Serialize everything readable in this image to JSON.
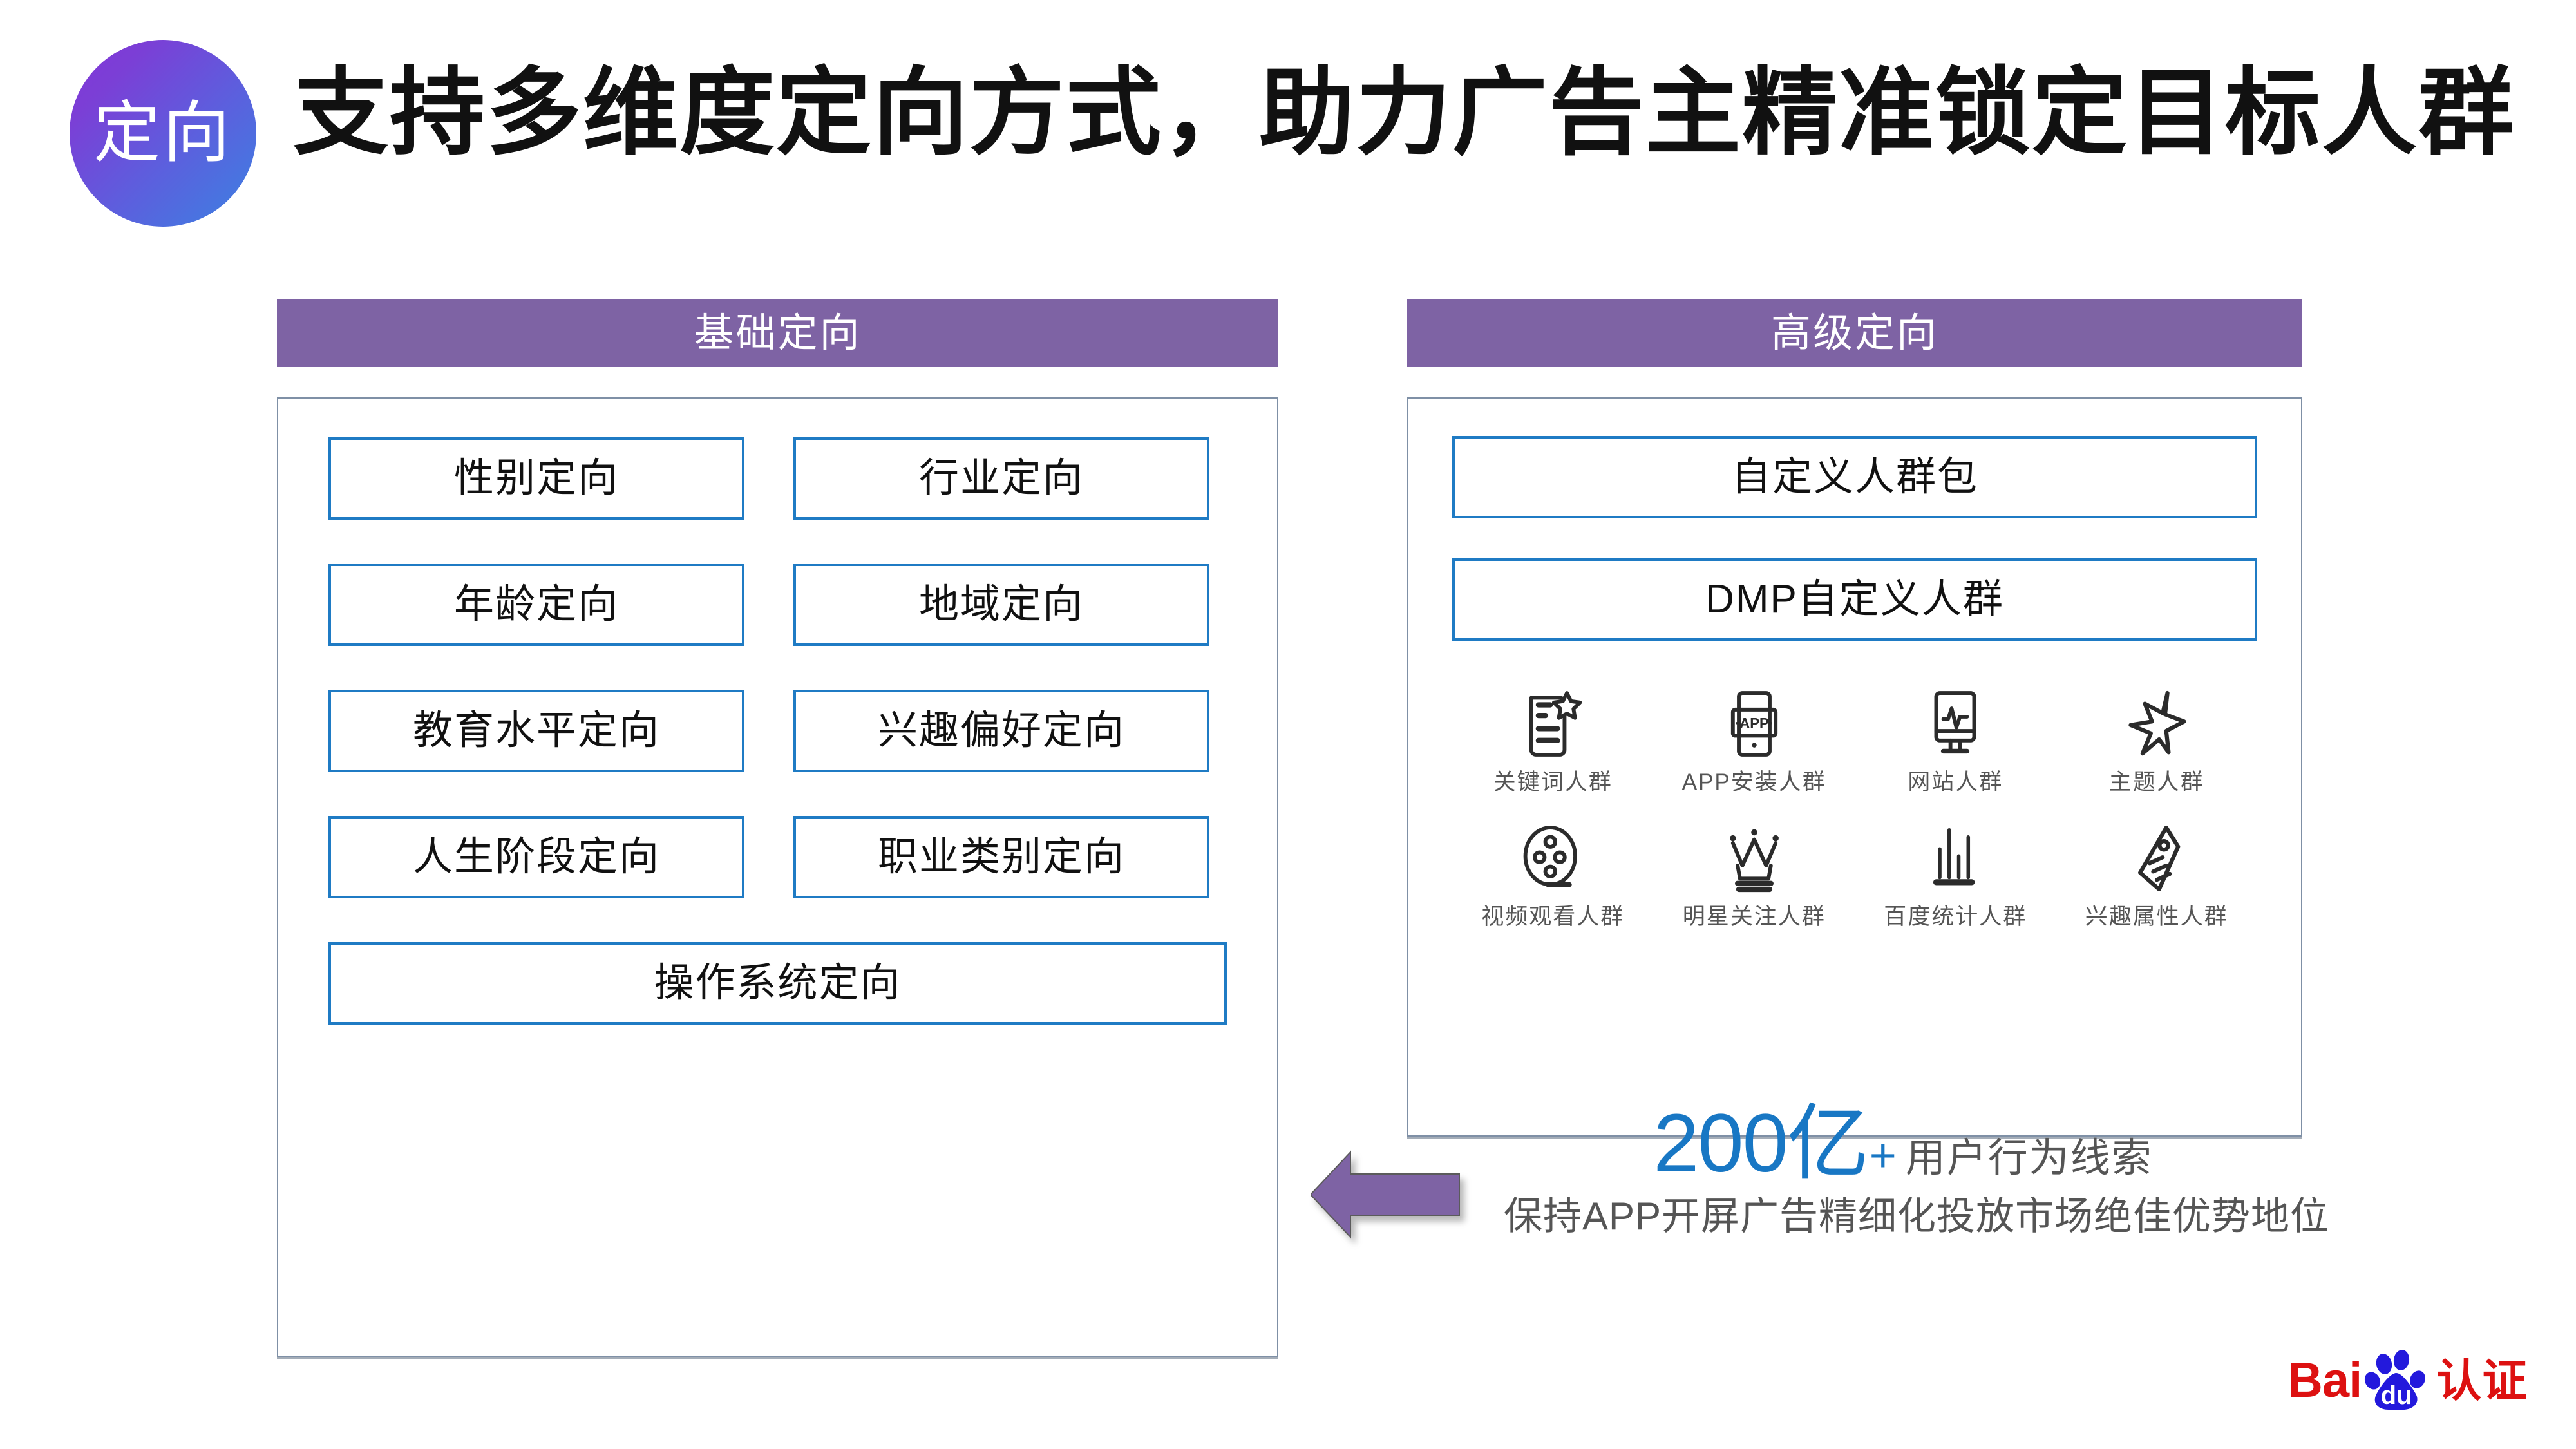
{
  "header": {
    "badge_label": "定向",
    "title": "支持多维度定向方式，助力广告主精准锁定目标人群",
    "badge_gradient_from": "#8335d9",
    "badge_gradient_to": "#3b82e2"
  },
  "theme": {
    "header_bar_purple": "#7e63a4",
    "box_border_blue": "#1f7bc4",
    "panel_border_gray": "#7f90a6",
    "stat_blue": "#1877c4",
    "label_gray": "#555555",
    "logo_red": "#dd1111",
    "logo_blue": "#2319dc"
  },
  "basic": {
    "section_title": "基础定向",
    "options": [
      "性别定向",
      "行业定向",
      "年龄定向",
      "地域定向",
      "教育水平定向",
      "兴趣偏好定向",
      "人生阶段定向",
      "职业类别定向"
    ],
    "wide_option": "操作系统定向"
  },
  "advanced": {
    "section_title": "高级定向",
    "boxes": [
      "自定义人群包",
      "DMP自定义人群"
    ],
    "icons": [
      {
        "icon": "document-star-icon",
        "label": "关键词人群"
      },
      {
        "icon": "app-watch-icon",
        "label": "APP安装人群"
      },
      {
        "icon": "monitor-pulse-icon",
        "label": "网站人群"
      },
      {
        "icon": "star-icon",
        "label": "主题人群"
      },
      {
        "icon": "film-reel-icon",
        "label": "视频观看人群"
      },
      {
        "icon": "crown-icon",
        "label": "明星关注人群"
      },
      {
        "icon": "bar-chart-icon",
        "label": "百度统计人群"
      },
      {
        "icon": "tag-icon",
        "label": "兴趣属性人群"
      }
    ]
  },
  "stats": {
    "number": "200亿",
    "plus": "+",
    "unit": "用户行为线索",
    "subtitle": "保持APP开屏广告精细化投放市场绝佳优势地位"
  },
  "logo": {
    "bai": "Bai",
    "du": "du",
    "cert": "认证"
  }
}
